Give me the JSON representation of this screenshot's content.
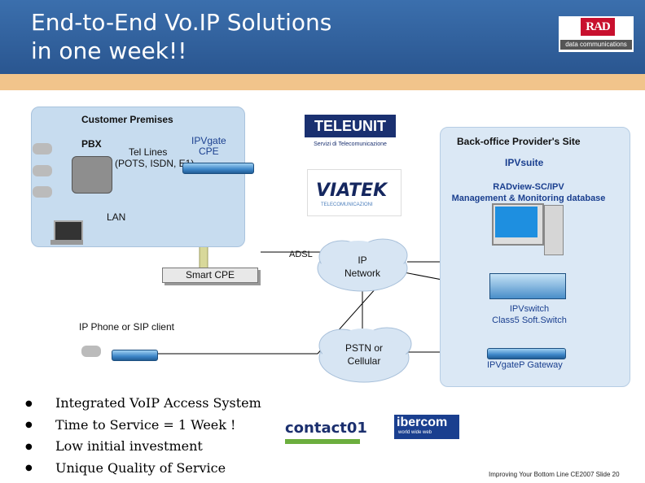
{
  "title": "End-to-End Vo.IP Solutions\nin one week!!",
  "logo": {
    "brand": "RAD",
    "tagline": "data communications"
  },
  "diagram": {
    "customer_premises": "Customer Premises",
    "pbx": "PBX",
    "tel_lines": "Tel Lines",
    "tel_lines_types": "(POTS, ISDN, E1)",
    "ipvgate_cpe": "IPVgate\nCPE",
    "lan": "LAN",
    "adsl": "ADSL",
    "smart_cpe": "Smart CPE",
    "ip_network": "IP\nNetwork",
    "ip_phone": "IP Phone or SIP client",
    "pstn": "PSTN or\nCellular",
    "backoffice_title": "Back-office Provider's Site",
    "ipvsuite": "IPVsuite",
    "radview": "RADview-SC/IPV\nManagement & Monitoring database",
    "ipvswitch": "IPVswitch\nClass5 Soft.Switch",
    "ipvgatep": "IPVgateP Gateway"
  },
  "partners": {
    "teleunit": "TELEUNIT",
    "teleunit_sub": "Servizi di Telecomunicazione",
    "viatek": "VIATEK",
    "viatek_sub": "TELECOMUNICAZIONI",
    "contact": "contact01",
    "ibercom": "ibercom",
    "ibercom_sub": "world wide web"
  },
  "bullets": [
    "Integrated VoIP Access System",
    "Time to Service = 1 Week !",
    "Low initial investment",
    "Unique Quality of Service"
  ],
  "footer": "Improving Your Bottom Line CE2007  Slide 20"
}
